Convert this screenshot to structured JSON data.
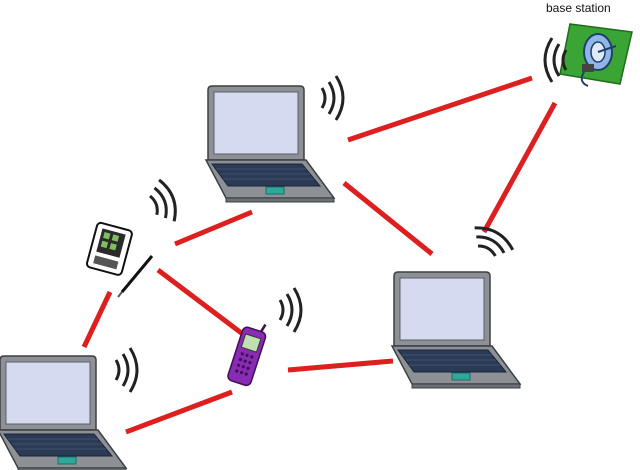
{
  "base_station": {
    "label": "base station"
  },
  "nodes": [
    {
      "id": "laptop-top",
      "kind": "laptop"
    },
    {
      "id": "laptop-right",
      "kind": "laptop"
    },
    {
      "id": "laptop-left",
      "kind": "laptop"
    },
    {
      "id": "pda",
      "kind": "pda"
    },
    {
      "id": "mobile-phone",
      "kind": "phone"
    },
    {
      "id": "base-station",
      "kind": "base-station"
    }
  ],
  "links": [
    [
      "laptop-top",
      "base-station"
    ],
    [
      "laptop-right",
      "base-station"
    ],
    [
      "laptop-top",
      "laptop-right"
    ],
    [
      "pda",
      "laptop-top"
    ],
    [
      "pda",
      "mobile-phone"
    ],
    [
      "pda",
      "laptop-left"
    ],
    [
      "laptop-left",
      "mobile-phone"
    ],
    [
      "mobile-phone",
      "laptop-right"
    ]
  ],
  "colors": {
    "link": "#dd1f1f",
    "laptop_body": "#8d9196",
    "laptop_screen": "#d6daf0",
    "keyboard": "#2b3a55",
    "trackpad": "#2ea89a",
    "base_station_pad": "#3aa535",
    "phone_body": "#8a2bb5",
    "wave": "#222222"
  }
}
